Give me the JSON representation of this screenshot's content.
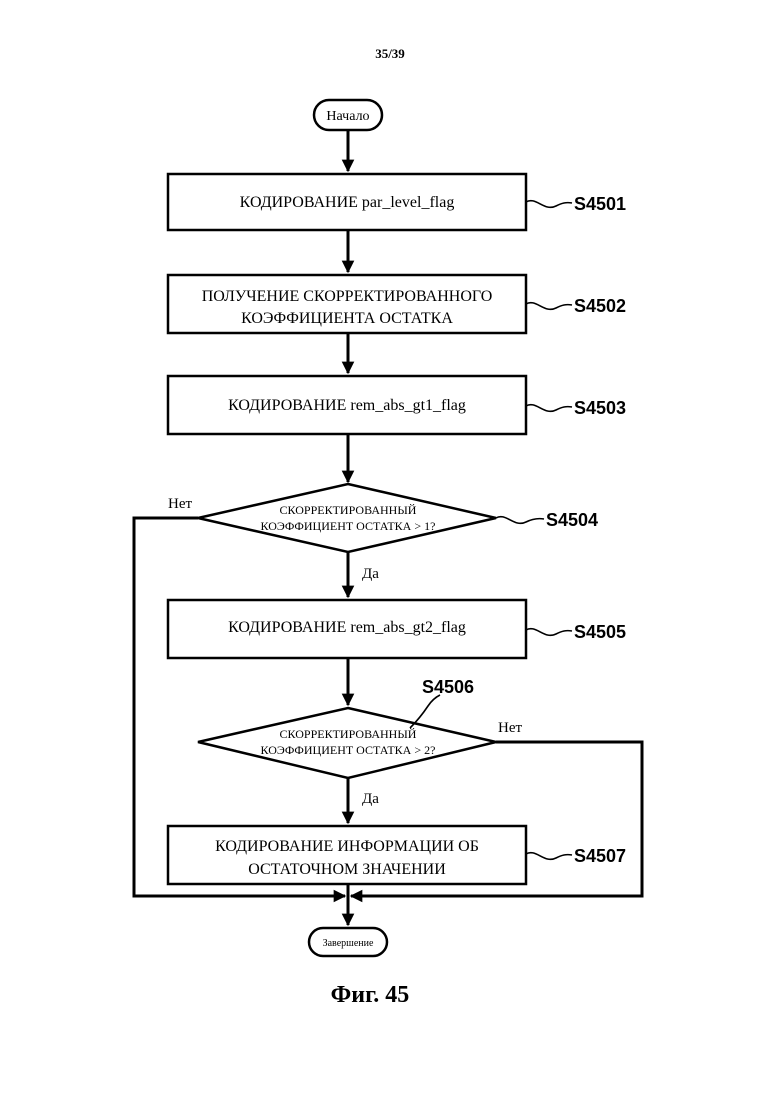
{
  "page_number": "35/39",
  "start_label": "Начало",
  "end_label": "Завершение",
  "figure_caption": "Фиг. 45",
  "steps": {
    "s4501": {
      "id": "S4501",
      "text": "КОДИРОВАНИЕ par_level_flag"
    },
    "s4502": {
      "id": "S4502",
      "line1": "ПОЛУЧЕНИЕ СКОРРЕКТИРОВАННОГО",
      "line2": "КОЭФФИЦИЕНТА ОСТАТКА"
    },
    "s4503": {
      "id": "S4503",
      "text": "КОДИРОВАНИЕ rem_abs_gt1_flag"
    },
    "s4504": {
      "id": "S4504",
      "line1": "СКОРРЕКТИРОВАННЫЙ",
      "line2": "КОЭФФИЦИЕНТ ОСТАТКА > 1?",
      "no": "Нет",
      "yes": "Да"
    },
    "s4505": {
      "id": "S4505",
      "text": "КОДИРОВАНИЕ rem_abs_gt2_flag"
    },
    "s4506": {
      "id": "S4506",
      "line1": "СКОРРЕКТИРОВАННЫЙ",
      "line2": "КОЭФФИЦИЕНТ ОСТАТКА > 2?",
      "no": "Нет",
      "yes": "Да"
    },
    "s4507": {
      "id": "S4507",
      "line1": "КОДИРОВАНИЕ ИНФОРМАЦИИ ОБ",
      "line2": "ОСТАТОЧНОМ ЗНАЧЕНИИ"
    }
  }
}
